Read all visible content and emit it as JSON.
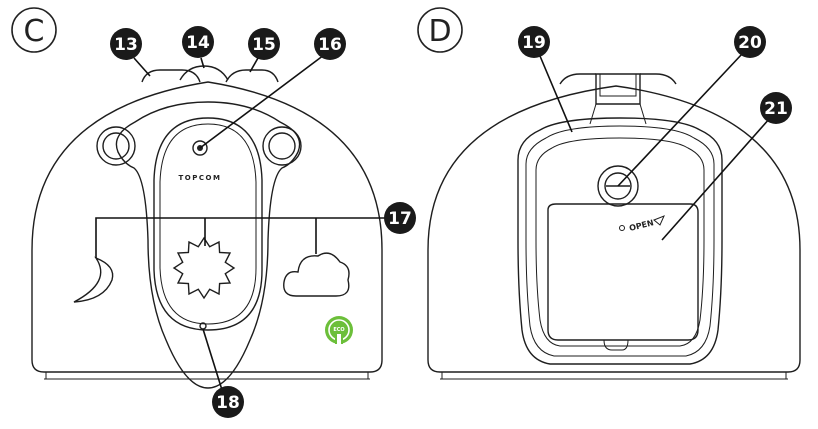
{
  "panels": {
    "front": {
      "letter": "C",
      "brand_text": "TOPCOM"
    },
    "back": {
      "letter": "D",
      "open_text": "OPEN"
    }
  },
  "callouts": {
    "c13": "13",
    "c14": "14",
    "c15": "15",
    "c16": "16",
    "c17": "17",
    "c18": "18",
    "c19": "19",
    "c20": "20",
    "c21": "21"
  },
  "eco_badge": {
    "text": "ECO"
  },
  "colors": {
    "line": "#1e1e1e",
    "callout_fill": "#1a1a1a",
    "eco_green": "#6cbf3a"
  },
  "icons": [
    "moon-icon",
    "sun-icon",
    "cloud-icon",
    "eco-badge-icon"
  ]
}
